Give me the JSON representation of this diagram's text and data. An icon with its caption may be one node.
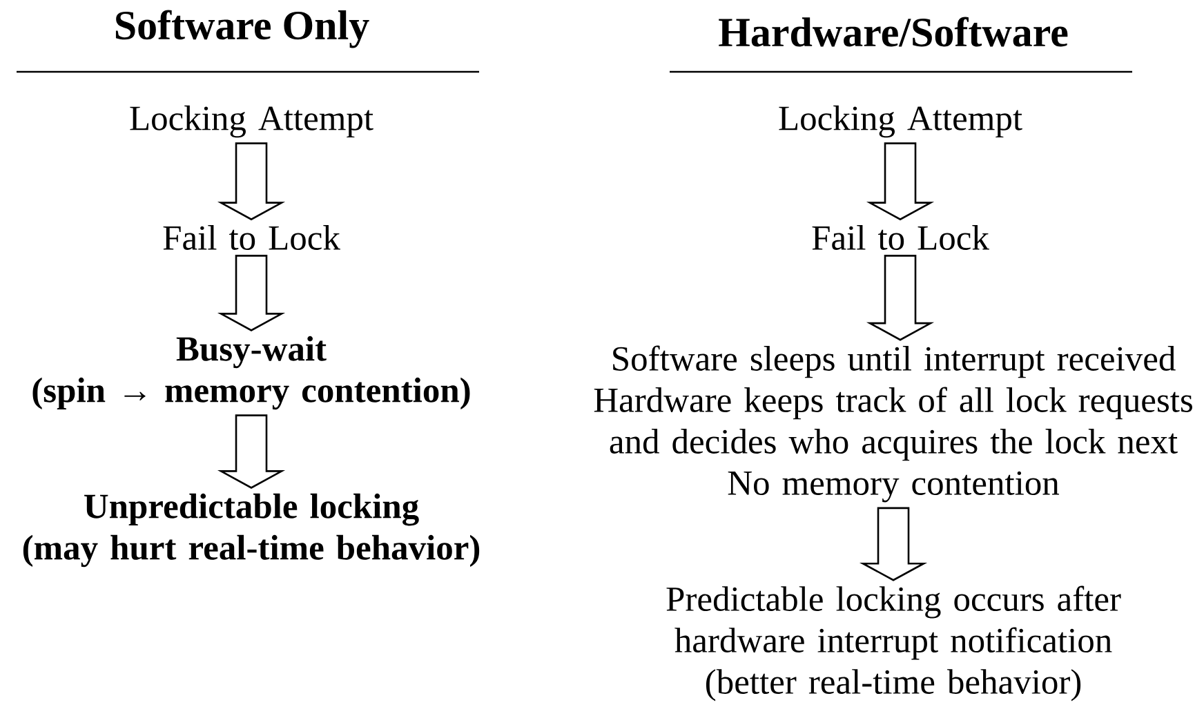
{
  "diagram": {
    "nodes": [
      {
        "text": [
          "Locking Attempt"
        ]
      },
      {
        "text": [
          "Fail to Lock"
        ]
      },
      {
        "text": [
          "Busy-wait",
          "(spin → memory contention)"
        ]
      },
      {
        "text": [
          "Unpredictable locking",
          "(may hurt real-time behavior)"
        ]
      },
      {
        "text": [
          "Locking Attempt"
        ]
      },
      {
        "text": [
          "Fail to Lock"
        ]
      },
      {
        "text": [
          "Software sleeps until interrupt received",
          "Hardware keeps track of all lock requests and decides who acquires the lock next",
          "No memory contention"
        ]
      },
      {
        "text": [
          "Predictable locking occurs after hardware interrupt notification",
          "(better real-time behavior)"
        ]
      }
    ],
    "edges": [
      {
        "from": 0,
        "to": 1,
        "arrow": "to"
      },
      {
        "from": 1,
        "to": 2,
        "arrow": "to"
      },
      {
        "from": 2,
        "to": 3,
        "arrow": "to"
      },
      {
        "from": 4,
        "to": 5,
        "arrow": "to"
      },
      {
        "from": 5,
        "to": 6,
        "arrow": "to"
      },
      {
        "from": 6,
        "to": 7,
        "arrow": "to"
      }
    ],
    "labels": [
      "Software Only",
      "Hardware/Software"
    ]
  }
}
